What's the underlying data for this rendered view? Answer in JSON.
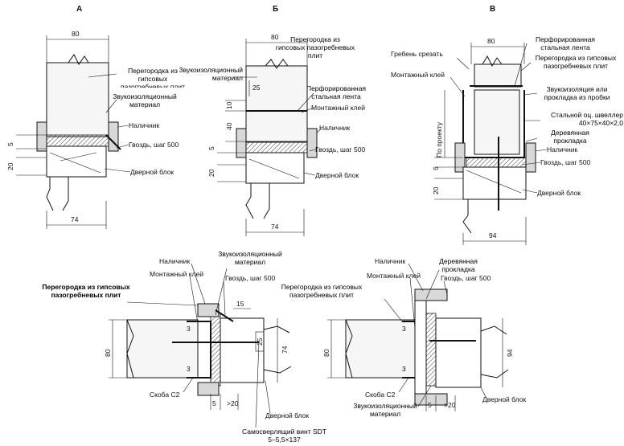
{
  "panels": {
    "a": {
      "title": "А",
      "dims": {
        "width_top": "80",
        "width_bottom": "74",
        "d5": "5",
        "d20": "20"
      },
      "labels": {
        "partition": "Перегородка из гипсовых пазогребневых плит",
        "soundproof": "Звукоизоляционный материал",
        "trim": "Наличник",
        "nail": "Гвоздь, шаг 500",
        "door": "Дверной блок"
      }
    },
    "b": {
      "title": "Б",
      "dims": {
        "width_top": "80",
        "width_bottom": "74",
        "d25": "25",
        "d10": "10",
        "d40": "40",
        "d5": "5",
        "d20": "20"
      },
      "labels": {
        "partition": "Перегородка из гипсовых пазогребневых плит",
        "soundproof": "Звукоизоляционный материал",
        "tape": "Перфорированная стальная лента",
        "glue": "Монтажный клей",
        "trim": "Наличник",
        "nail": "Гвоздь, шаг 500",
        "door": "Дверной блок"
      }
    },
    "c": {
      "title": "В",
      "dims": {
        "width_top": "80",
        "width_bottom": "94",
        "side": "По проекту",
        "d5": "5",
        "d20": "20"
      },
      "labels": {
        "tape": "Перфорированная стальная лента",
        "ridge": "Гребень срезать",
        "partition": "Перегородка из гипсовых пазогребневых плит",
        "glue": "Монтажный клей",
        "soundproof": "Звукоизоляция или прокладка из пробки",
        "channel": "Стальной оц. швеллер 40×75×40×2,0",
        "spacer": "Деревянная прокладка",
        "trim": "Наличник",
        "nail": "Гвоздь, шаг 500",
        "door": "Дверной блок"
      }
    },
    "d": {
      "dims": {
        "d80": "80",
        "d74": "74",
        "d15": "15",
        "d25": "25",
        "d5": "5",
        "d20": ">20",
        "d3a": "3",
        "d3b": "3"
      },
      "labels": {
        "trim": "Наличник",
        "soundproof": "Звукоизоляционный материал",
        "glue": "Монтажный клей",
        "nail": "Гвоздь, шаг 500",
        "partition": "Перегородка из гипсовых пазогребневых плит",
        "bracket": "Скоба С2",
        "door": "Дверной блок",
        "screw": "Самосверлящий винт SDT 5–5,5×137"
      }
    },
    "e": {
      "dims": {
        "d80": "80",
        "d94": "94",
        "d5": "5",
        "d20": ">20",
        "d3a": "3",
        "d3b": "3"
      },
      "labels": {
        "trim": "Наличник",
        "spacer": "Деревянная прокладка",
        "nail": "Гвоздь, шаг 500",
        "partition": "Перегородка из гипсовых пазогребневых плит",
        "glue": "Монтажный клей",
        "bracket": "Скоба С2",
        "soundproof": "Звукоизоляционный материал",
        "door": "Дверной блок"
      }
    }
  }
}
